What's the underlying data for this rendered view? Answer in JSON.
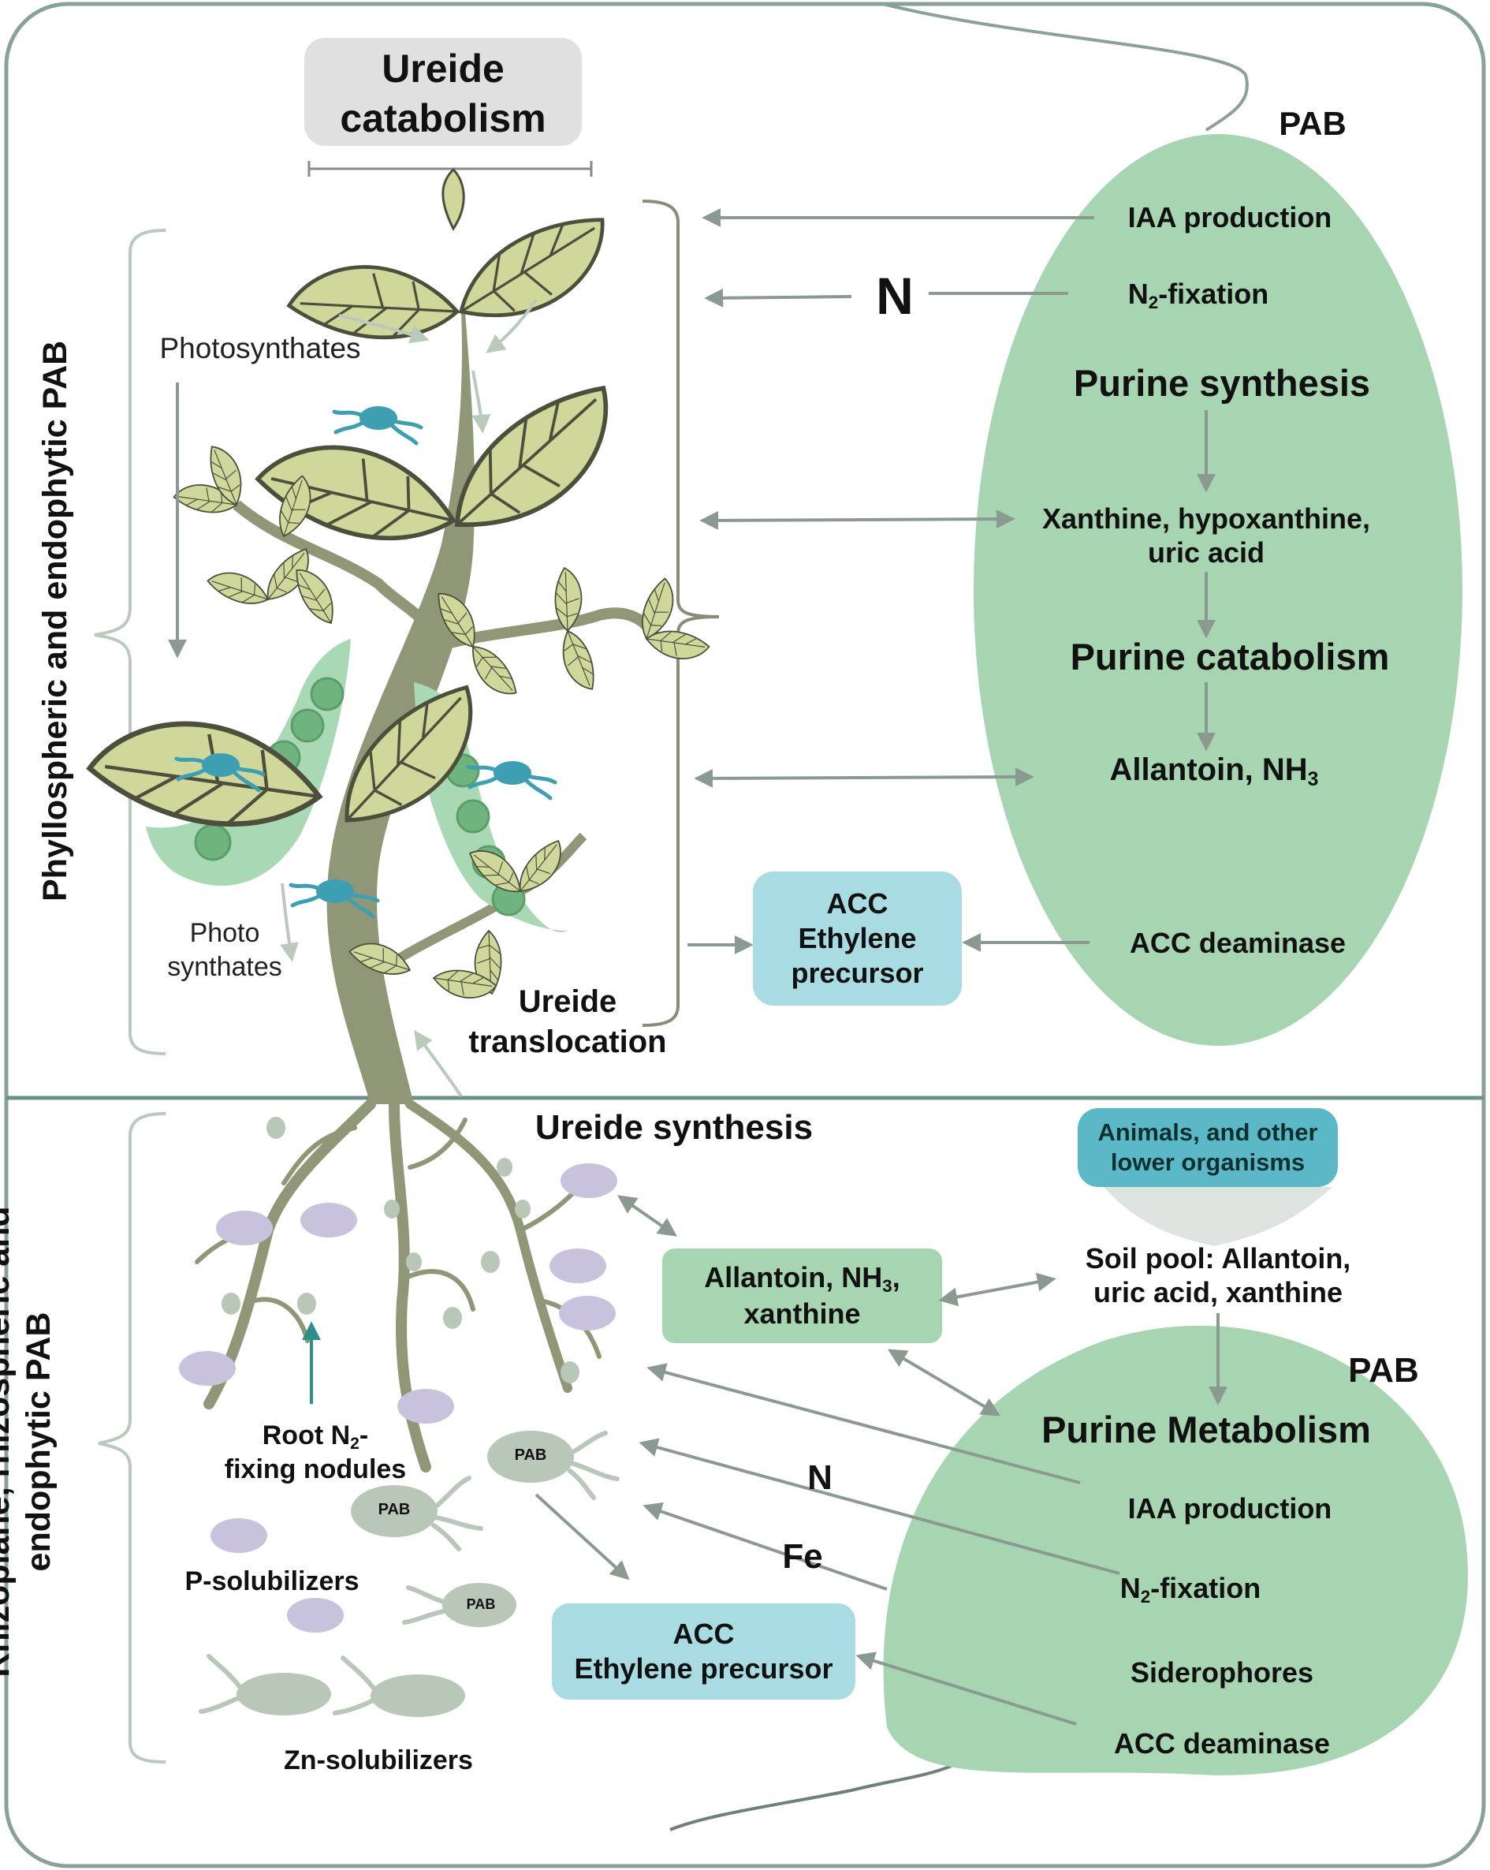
{
  "top": {
    "catabolism_title_line1": "Ureide",
    "catabolism_title_line2": "catabolism",
    "pab_label": "PAB",
    "side_label": "Phyllospheric and endophytic PAB",
    "photosynthates": "Photosynthates",
    "photo_synthates_line1": "Photo",
    "photo_synthates_line2": "synthates",
    "ureide_translocation_line1": "Ureide",
    "ureide_translocation_line2": "translocation",
    "n_label": "N",
    "ellipse": {
      "iaa": "IAA production",
      "n2_prefix": "N",
      "n2_sub": "2",
      "n2_suffix": "-fixation",
      "purine_synthesis": "Purine synthesis",
      "xanthine_line1": "Xanthine, hypoxanthine,",
      "xanthine_line2": "uric acid",
      "purine_catabolism": "Purine catabolism",
      "allantoin": "Allantoin, NH",
      "allantoin_sub": "3",
      "acc_deaminase": "ACC deaminase"
    },
    "acc_box_line1": "ACC",
    "acc_box_line2": "Ethylene",
    "acc_box_line3": "precursor"
  },
  "bottom": {
    "side_label_line1": "Rhizoplane, rhizospheric and",
    "side_label_line2": "endophytic PAB",
    "ureide_synthesis": "Ureide synthesis",
    "animals_line1": "Animals, and other",
    "animals_line2": "lower organisms",
    "soil_pool_line1": "Soil pool: Allantoin,",
    "soil_pool_line2": "uric acid, xanthine",
    "allantoin_box_line1_prefix": "Allantoin, NH",
    "allantoin_box_line1_sub": "3",
    "allantoin_box_line1_suffix": ",",
    "allantoin_box_line2": "xanthine",
    "pab_label": "PAB",
    "purine_metabolism": "Purine Metabolism",
    "iaa": "IAA production",
    "n2_prefix": "N",
    "n2_sub": "2",
    "n2_suffix": "-fixation",
    "siderophores": "Siderophores",
    "acc_deaminase": "ACC deaminase",
    "n_label": "N",
    "fe_label": "Fe",
    "acc_box_line1": "ACC",
    "acc_box_line2": "Ethylene precursor",
    "root_nodules_line1_prefix": "Root N",
    "root_nodules_line1_sub": "2",
    "root_nodules_line1_suffix": "-",
    "root_nodules_line2": "fixing nodules",
    "p_solubilizers": "P-solubilizers",
    "zn_solubilizers": "Zn-solubilizers",
    "pab_cell_label": "PAB"
  },
  "colors": {
    "ellipse_green": "#a8d5b1",
    "box_green": "#a8d5b1",
    "box_blue": "#a9dce2",
    "animals_blue": "#5bb8c7",
    "leaf_fill": "#cfd89a",
    "leaf_vein": "#4d4f3c",
    "stem": "#8f9776",
    "pod": "#a9d8b4",
    "bacteria_blue": "#3f9fb2",
    "purple_cell": "#c9c2dc",
    "grey_cell": "#b9c7b8",
    "arrow_grey": "#8a9a90",
    "frame": "#8aa198"
  }
}
